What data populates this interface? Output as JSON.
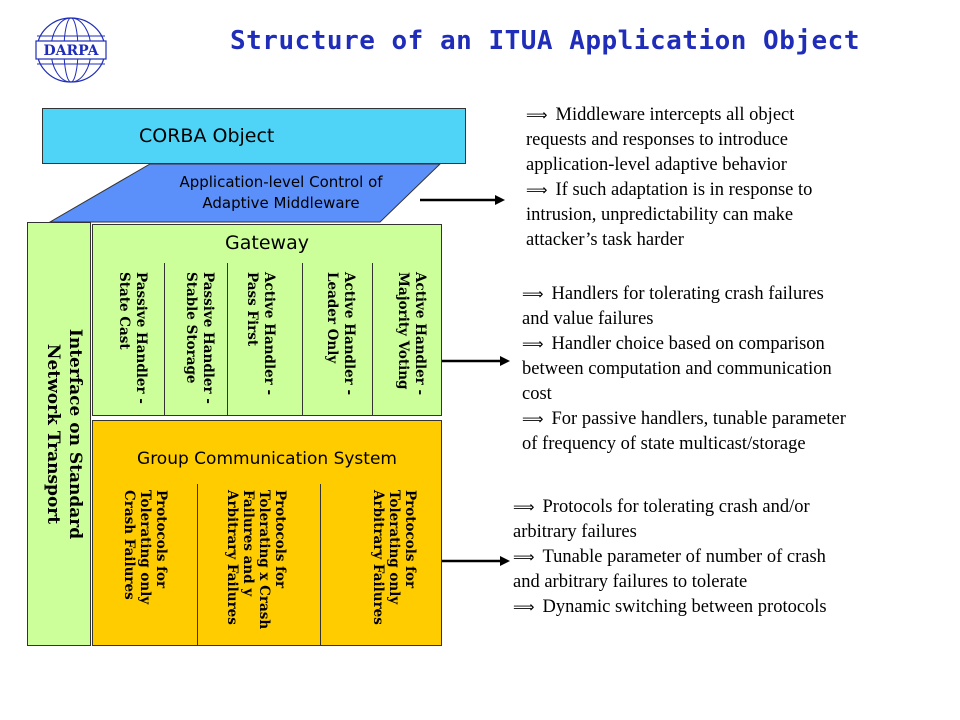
{
  "title": "Structure of an ITUA Application Object",
  "logo": {
    "text": "DARPA",
    "color": "#1f2db8"
  },
  "corba_object": "CORBA Object",
  "app_control": {
    "line1": "Application-level Control of",
    "line2": "Adaptive Middleware"
  },
  "interface": {
    "line1": "Interface  on Standard",
    "line2": "Network Transport"
  },
  "gateway": {
    "title": "Gateway",
    "handlers": [
      "Passive Handler -\nState Cast",
      "Passive Handler -\nStable Storage",
      "Active Handler -\nPass First",
      "Active Handler -\nLeader Only",
      "Active Handler -\nMajority Voting"
    ]
  },
  "gcs": {
    "title": "Group Communication System",
    "protocols": [
      "Protocols for\nTolerating only\nCrash Failures",
      "Protocols for\nTolerating x Crash\nFailures and y\nArbitrary Failures",
      "Protocols for\nTolerating only\nArbitrary Failures"
    ]
  },
  "notes": {
    "arrow_symbol": "⟹",
    "middleware": [
      "Middleware intercepts all object",
      "requests and responses to introduce",
      "application-level adaptive behavior",
      "If such adaptation is in response to",
      "intrusion, unpredictability can make",
      "attacker’s task harder"
    ],
    "handlers": [
      "Handlers for tolerating crash failures",
      "and value failures",
      "Handler choice based on comparison",
      "between computation and communication",
      "cost",
      "For passive handlers, tunable parameter",
      "of frequency of state multicast/storage"
    ],
    "protocols": [
      "Protocols for tolerating crash and/or",
      "arbitrary failures",
      "Tunable parameter of number of crash",
      "and arbitrary failures to tolerate",
      "Dynamic switching between protocols"
    ]
  },
  "colors": {
    "corba": "#4fd3f6",
    "app_control": "#5b8ff9",
    "green": "#ccff99",
    "gcs": "#ffcc00",
    "title": "#1f2db8"
  }
}
